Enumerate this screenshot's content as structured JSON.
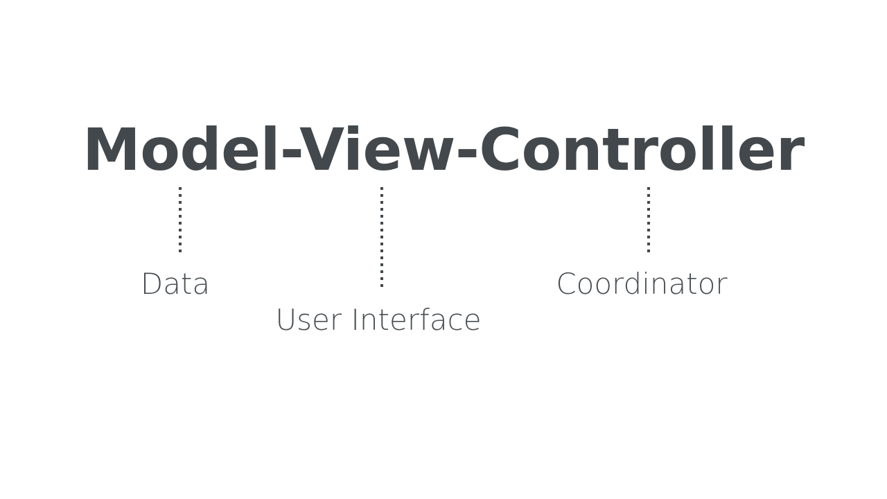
{
  "slide": {
    "background_color": "#ffffff",
    "text_color": "#43484c",
    "title": "Model-View-Controller"
  },
  "parts": [
    {
      "term": "Model",
      "annotation": "Data",
      "connector": "dotted-vertical-line"
    },
    {
      "term": "View",
      "annotation": "User Interface",
      "connector": "dotted-vertical-line"
    },
    {
      "term": "Controller",
      "annotation": "Coordinator",
      "connector": "dotted-vertical-line"
    }
  ]
}
